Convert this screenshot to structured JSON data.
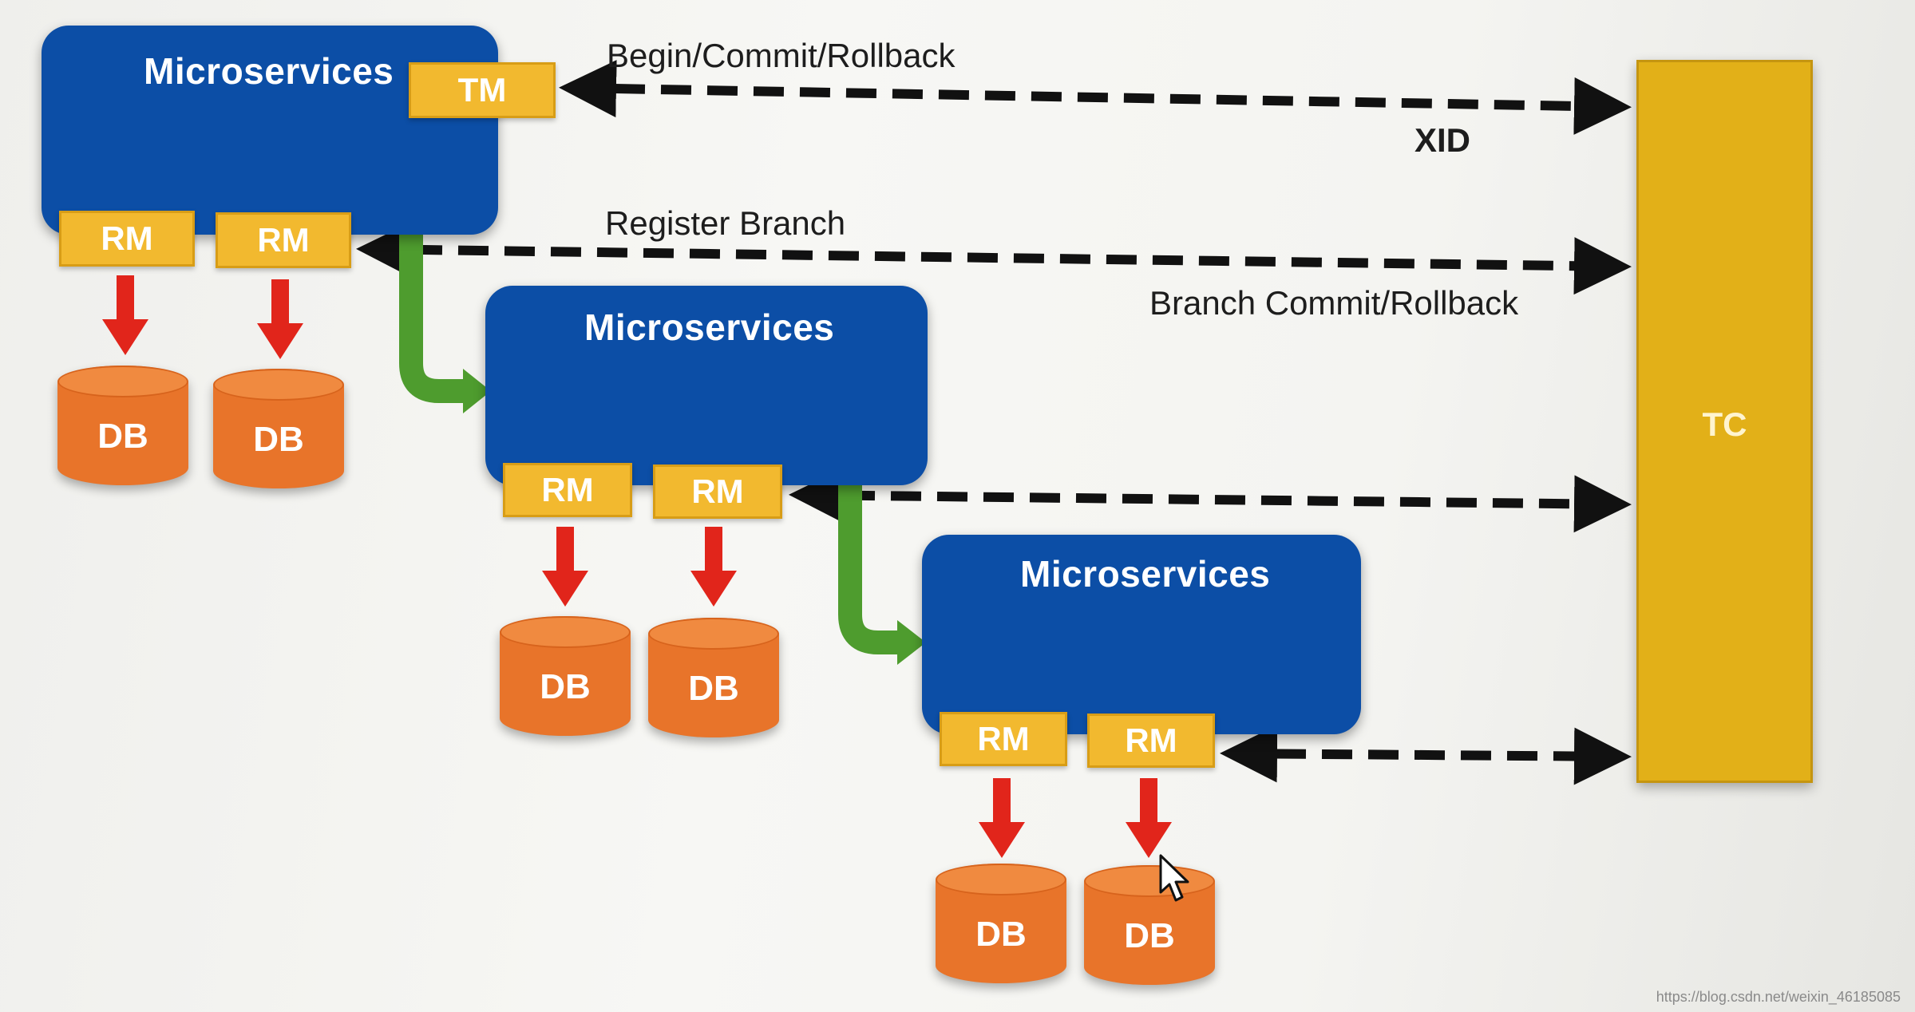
{
  "colors": {
    "microservice_box": "#0c4ea6",
    "tag": "#f2b92f",
    "database": "#e8742a",
    "tc": "#e2b018",
    "call_arrow": "#4e9c2e",
    "db_arrow": "#e1251b",
    "dashed_arrow": "#111111"
  },
  "microservices": [
    {
      "title": "Microservices",
      "tm": "TM",
      "rm": [
        "RM",
        "RM"
      ],
      "db": [
        "DB",
        "DB"
      ]
    },
    {
      "title": "Microservices",
      "rm": [
        "RM",
        "RM"
      ],
      "db": [
        "DB",
        "DB"
      ]
    },
    {
      "title": "Microservices",
      "rm": [
        "RM",
        "RM"
      ],
      "db": [
        "DB",
        "DB"
      ]
    }
  ],
  "tc": {
    "label": "TC"
  },
  "labels": {
    "begin_commit_rollback": "Begin/Commit/Rollback",
    "xid": "XID",
    "register_branch": "Register Branch",
    "branch_commit_rollback": "Branch Commit/Rollback"
  },
  "footer": "https://blog.csdn.net/weixin_46185085",
  "icons": [
    "mouse-cursor-icon"
  ]
}
